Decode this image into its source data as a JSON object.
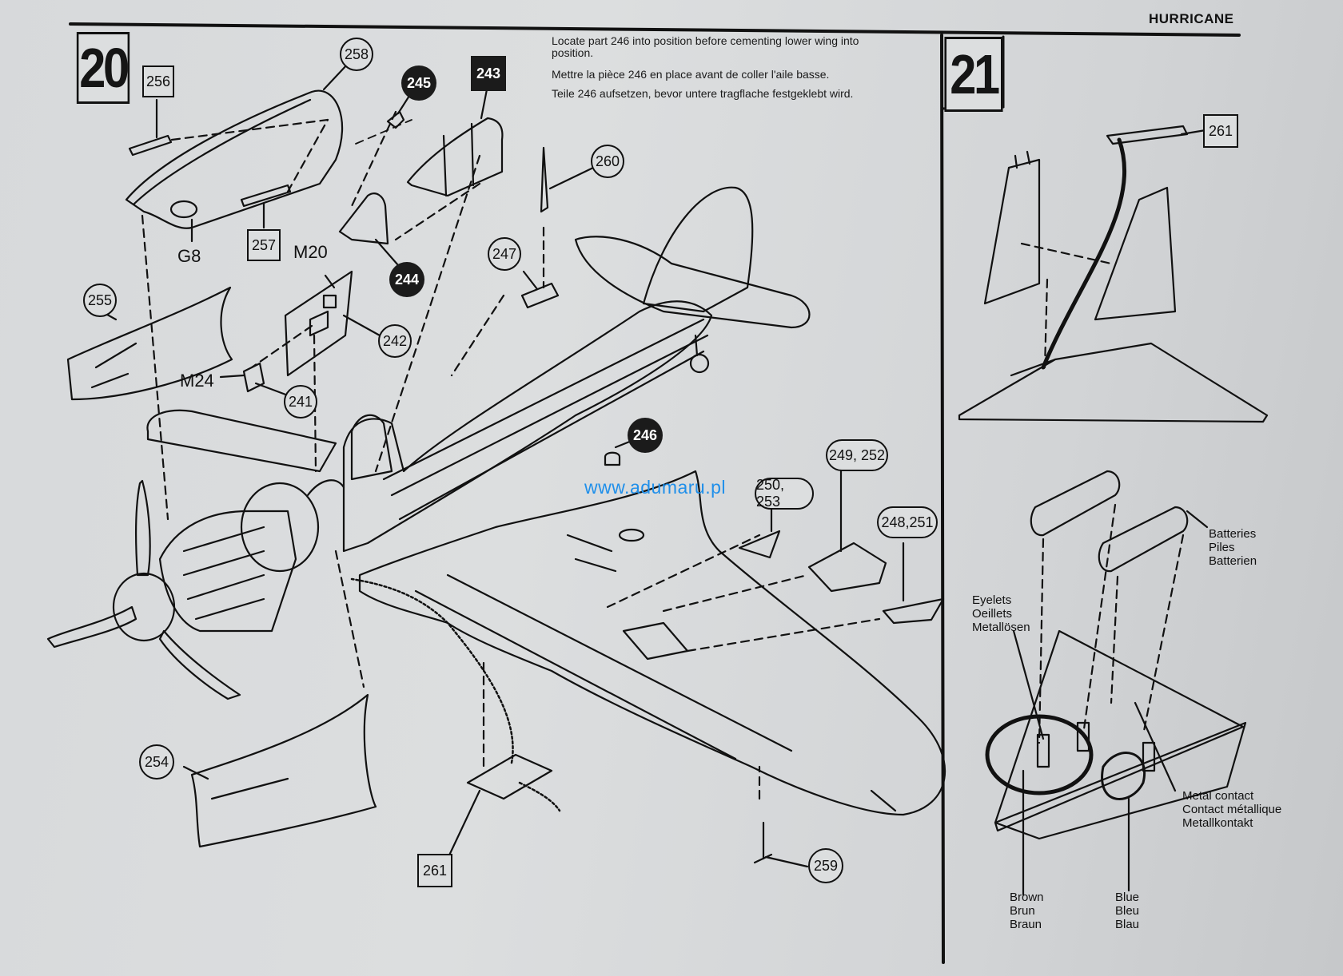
{
  "header": {
    "title": "HURRICANE"
  },
  "steps": [
    {
      "number": "20",
      "instructions": {
        "en": "Locate part  246 into position before cementing lower wing into position.",
        "en_line1": "Locate part  246 into position before cementing lower wing into",
        "en_line2": "position.",
        "fr": "Mettre la pièce  246 en place avant de coller l'aile basse.",
        "de": "Teile 246 aufsetzen, bevor untere tragflache festgeklebt wird."
      },
      "callouts": {
        "c258": "258",
        "c256": "256",
        "c245": "245",
        "c243": "243",
        "c260": "260",
        "c257": "257",
        "c247": "247",
        "c244": "244",
        "c255": "255",
        "c242": "242",
        "c241": "241",
        "c246": "246",
        "c249_252": "249, 252",
        "c250_253": "250, 253",
        "c248_251": "248,251",
        "c254": "254",
        "c261": "261",
        "c259": "259"
      },
      "part_labels": {
        "g8": "G8",
        "m20": "M20",
        "m24": "M24"
      }
    },
    {
      "number": "21",
      "callouts": {
        "c261": "261"
      },
      "labels": {
        "batteries": [
          "Batteries",
          "Piles",
          "Batterien"
        ],
        "eyelets": [
          "Eyelets",
          "Oeillets",
          "Metallösen"
        ],
        "metal_contact": [
          "Metal contact",
          "Contact métallique",
          "Metallkontakt"
        ],
        "brown": [
          "Brown",
          "Brun",
          "Braun"
        ],
        "blue": [
          "Blue",
          "Bleu",
          "Blau"
        ]
      }
    }
  ],
  "watermark": "www.adumaru.pl"
}
